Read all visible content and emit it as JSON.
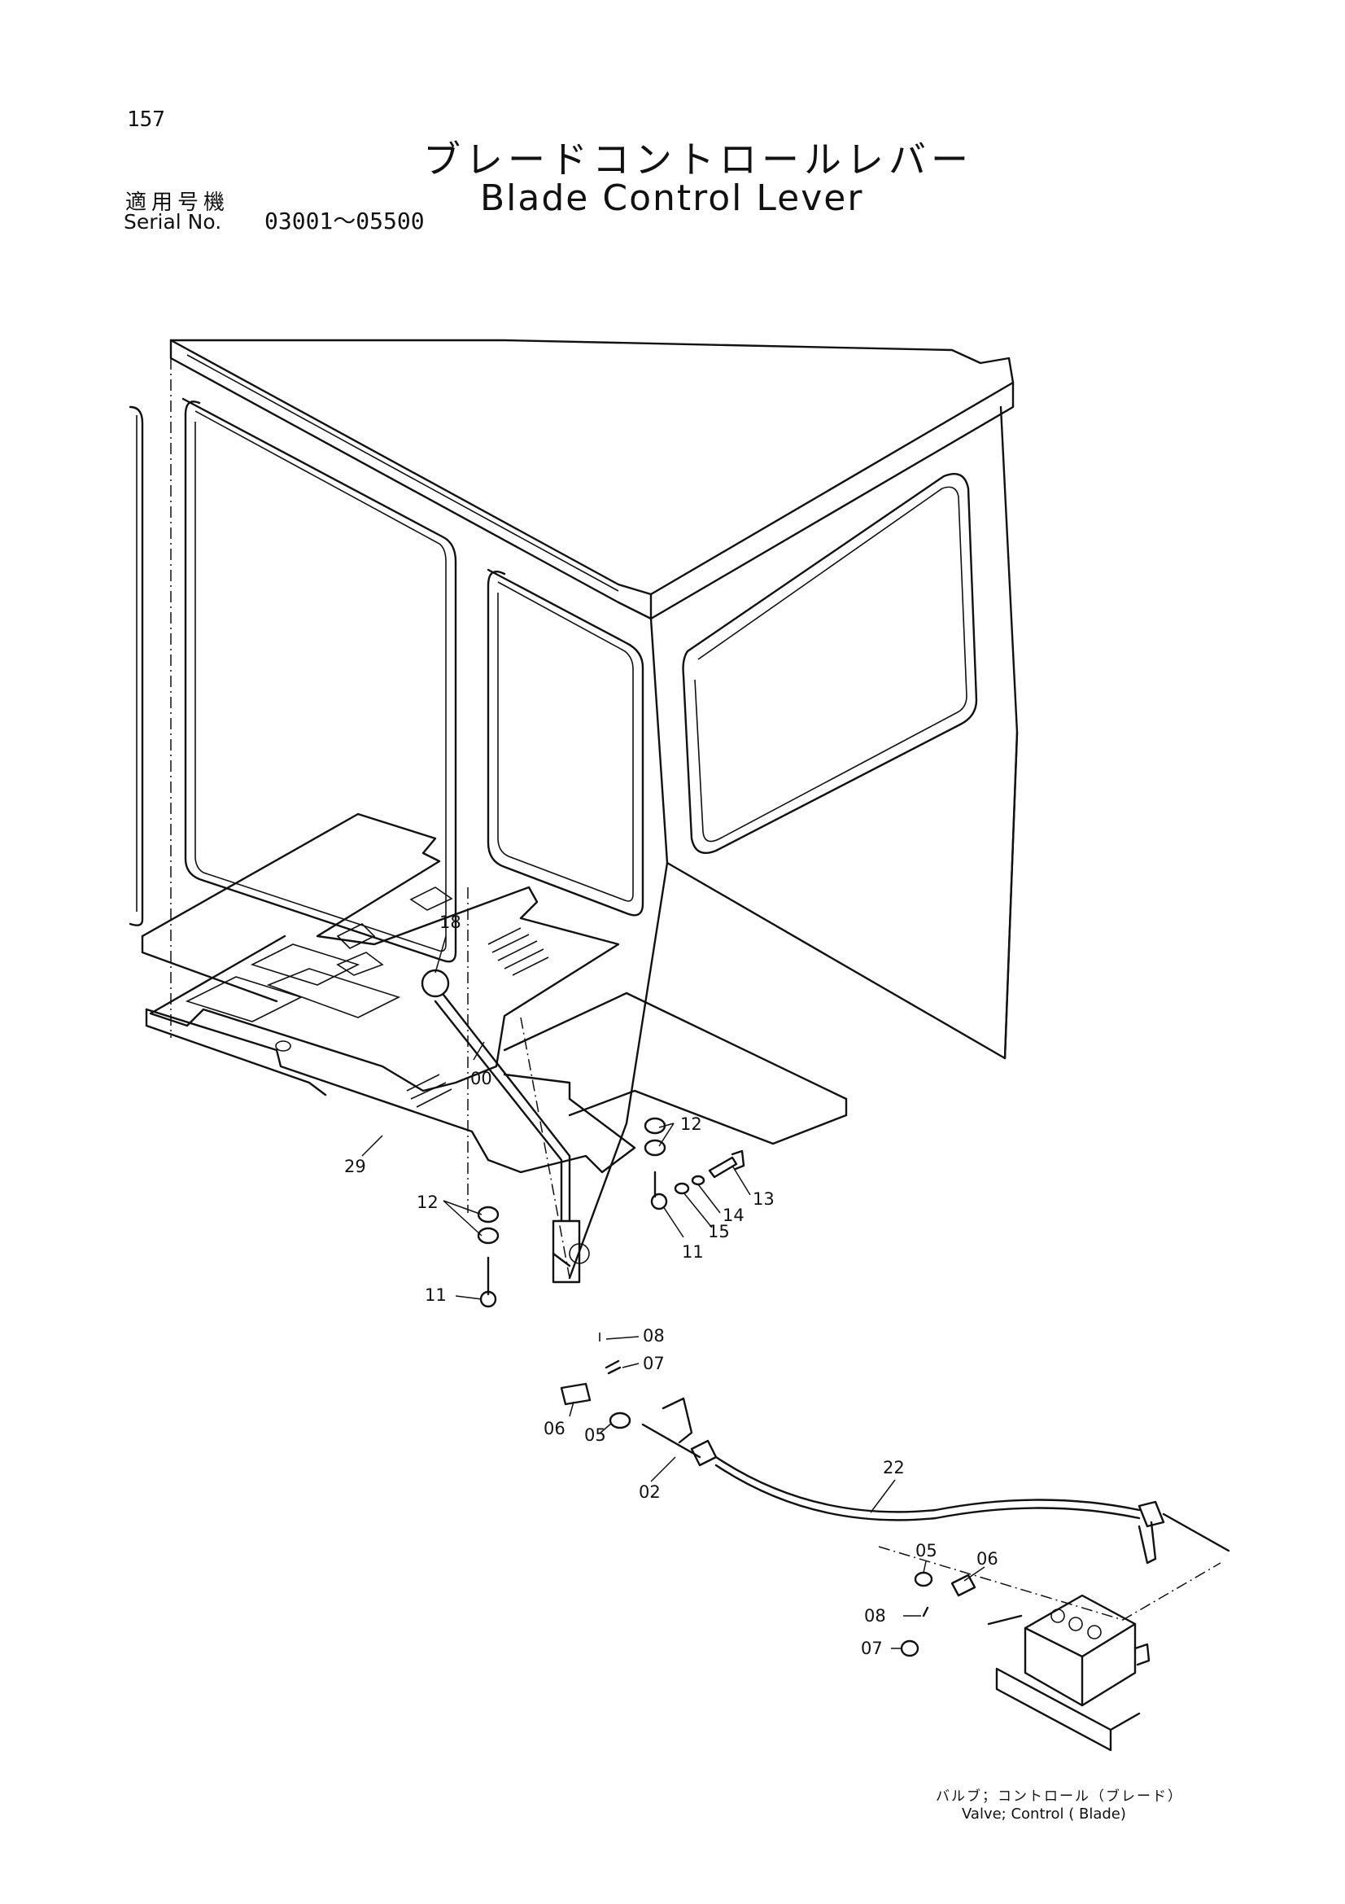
{
  "page_number": "157",
  "title_jp": "ブレードコントロールレバー",
  "title_en": "Blade Control Lever",
  "serial_label_jp": "適用号機",
  "serial_label_en": "Serial No.",
  "serial_range": "03001～05500",
  "callouts": {
    "c18": "18",
    "c00": "00",
    "c29": "29",
    "c12a": "12",
    "c12b": "12",
    "c13": "13",
    "c14": "14",
    "c15": "15",
    "c11a": "11",
    "c11b": "11",
    "c08a": "08",
    "c07a": "07",
    "c06a": "06",
    "c05a": "05",
    "c02": "02",
    "c22": "22",
    "c05b": "05",
    "c06b": "06",
    "c08b": "08",
    "c07b": "07"
  },
  "valve_caption_jp": "バルブ；コントロール（ブレード）",
  "valve_caption_en": "Valve; Control ( Blade)"
}
